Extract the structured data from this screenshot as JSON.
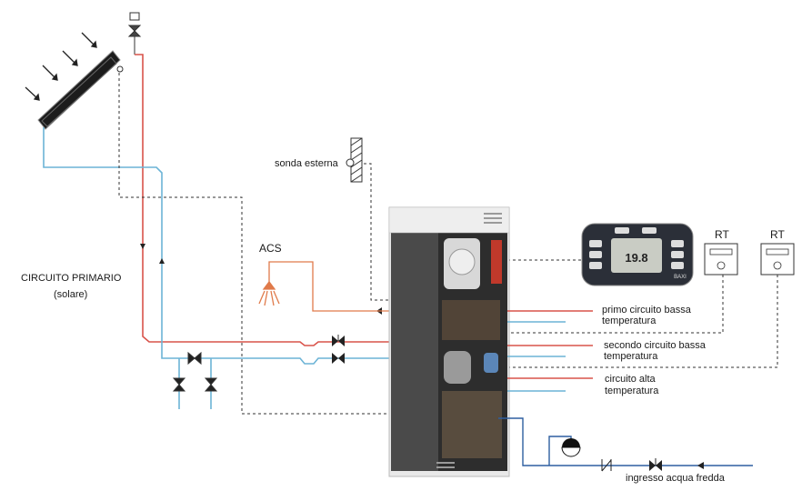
{
  "labels": {
    "sonda_esterna": "sonda esterna",
    "acs": "ACS",
    "circuito_primario_1": "CIRCUITO  PRIMARIO",
    "circuito_primario_2": "(solare)",
    "primo_circuito_1": "primo circuito bassa",
    "primo_circuito_2": "temperatura",
    "secondo_circuito_1": "secondo circuito bassa",
    "secondo_circuito_2": "temperatura",
    "circuito_alta_1": "circuito alta",
    "circuito_alta_2": "temperatura",
    "ingresso": "ingresso acqua fredda",
    "rt1": "RT",
    "rt2": "RT"
  },
  "controller": {
    "display_value": "19.8",
    "brand": "BAXI"
  },
  "colors": {
    "hot_pipe": "#d9534a",
    "cold_pipe": "#6cb4d6",
    "return_pipe": "#5fa8d3",
    "signal_line": "#333333",
    "inlet_pipe": "#2e5fa0",
    "collector": "#222222",
    "boiler_panel": "#e9e9e9"
  }
}
